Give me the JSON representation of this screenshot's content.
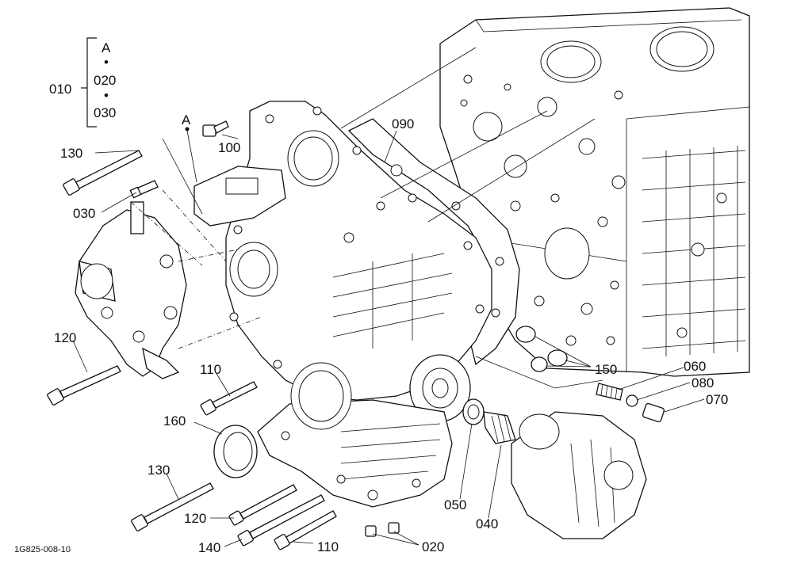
{
  "callouts": {
    "c010": "010",
    "cA_top": "A",
    "c020_top": "020",
    "c030_top": "030",
    "cA": "A",
    "c100": "100",
    "c090": "090",
    "c130_top": "130",
    "c030": "030",
    "c120_left": "120",
    "c110_mid": "110",
    "c160": "160",
    "c130_bottom": "130",
    "c120_bottom": "120",
    "c140": "140",
    "c110_bottom": "110",
    "c020_bottom": "020",
    "c050": "050",
    "c040": "040",
    "c150": "150",
    "c060": "060",
    "c080": "080",
    "c070": "070"
  },
  "figure_code": "1G825-008-10",
  "bullet": "•"
}
